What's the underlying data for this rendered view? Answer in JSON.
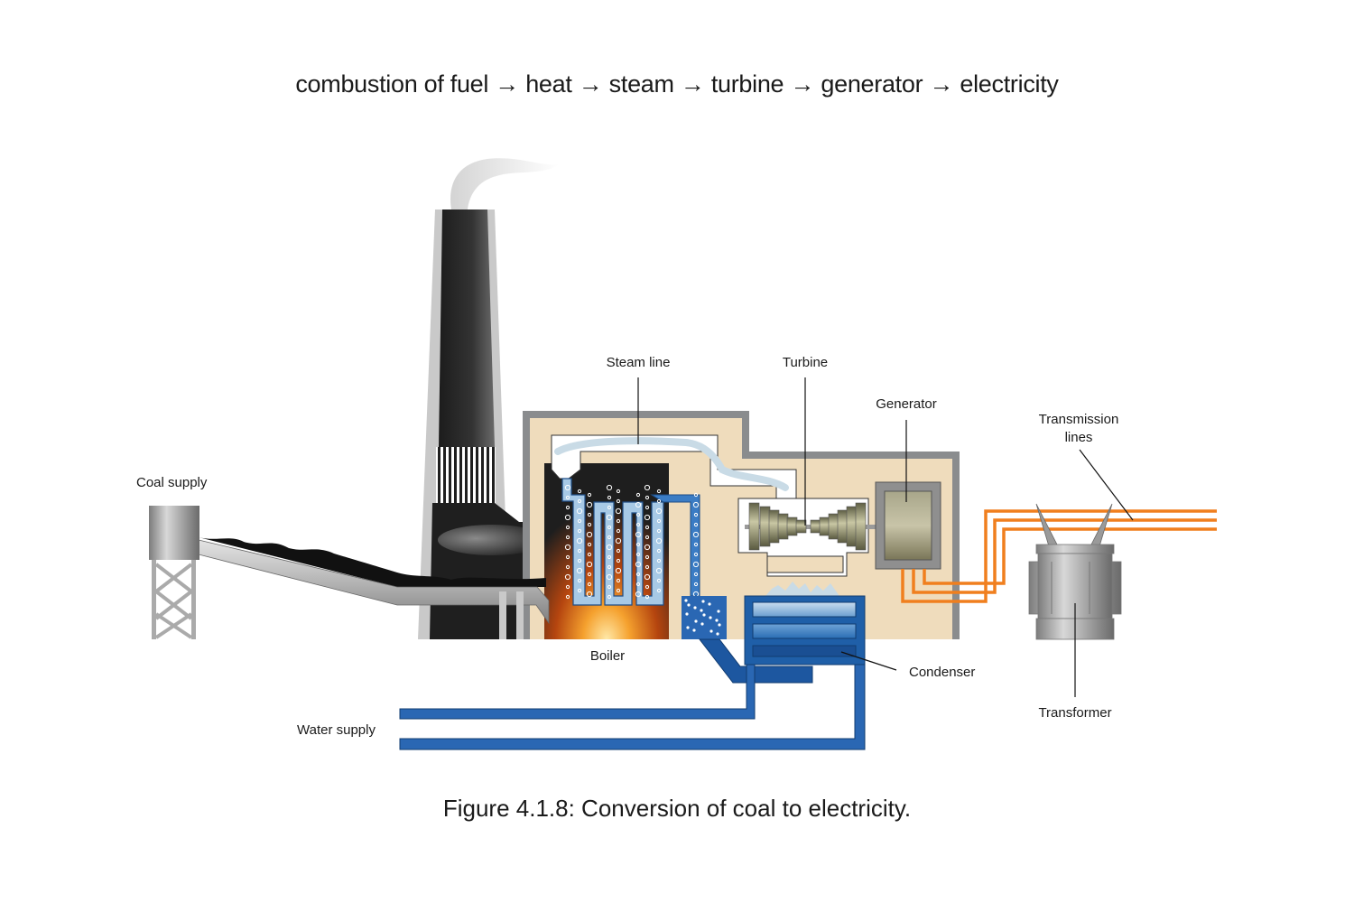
{
  "flow": {
    "steps": [
      "combustion of fuel",
      "heat",
      "steam",
      "turbine",
      "generator",
      "electricity"
    ],
    "arrow": "→"
  },
  "labels": {
    "coal_supply": "Coal supply",
    "steam_line": "Steam line",
    "turbine": "Turbine",
    "generator": "Generator",
    "transmission_lines_1": "Transmission",
    "transmission_lines_2": "lines",
    "boiler": "Boiler",
    "condenser": "Condenser",
    "water_supply": "Water supply",
    "transformer": "Transformer"
  },
  "caption": "Figure 4.1.8: Conversion of coal to electricity.",
  "colors": {
    "building_fill": "#efdcbc",
    "building_wall": "#8a8c8e",
    "chimney": "#2a2a2a",
    "water_blue": "#1f5fa8",
    "steam_light": "#c9dbe6",
    "power_line": "#f07f1e",
    "turbine_olive": "#8a8a66",
    "fire_orange": "#f08a1e"
  }
}
